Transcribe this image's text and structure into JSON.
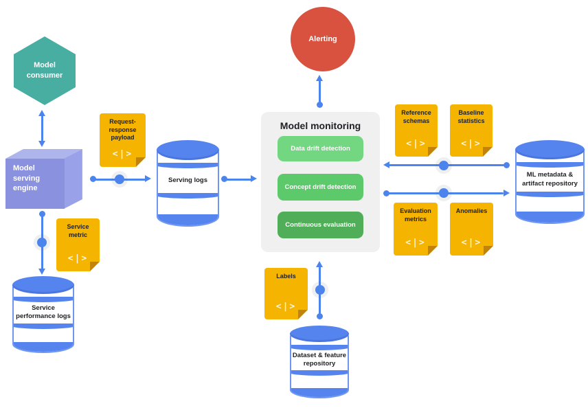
{
  "nodes": {
    "alerting": "Alerting",
    "model_consumer": "Model consumer",
    "model_serving_engine": "Model serving engine",
    "serving_logs": "Serving logs",
    "service_performance_logs": "Service performance logs",
    "ml_metadata_artifact_repository": "ML metadata & artifact repository",
    "dataset_feature_repository": "Dataset & feature repository"
  },
  "monitoring": {
    "title": "Model monitoring",
    "capabilities": [
      "Data drift detection",
      "Concept drift detection",
      "Continuous evaluation"
    ]
  },
  "artifacts": {
    "glyph": "<|>",
    "request_response_payload": "Request-response payload",
    "service_metric": "Service metric",
    "reference_schemas": "Reference schemas",
    "baseline_statistics": "Baseline statistics",
    "evaluation_metrics": "Evaluation metrics",
    "anomalies": "Anomalies",
    "labels": "Labels"
  },
  "edges": [
    {
      "from": "model_consumer",
      "to": "model_serving_engine",
      "direction": "both"
    },
    {
      "from": "model_serving_engine",
      "to": "serving_logs",
      "direction": "forward"
    },
    {
      "from": "model_serving_engine",
      "to": "service_performance_logs",
      "direction": "forward"
    },
    {
      "from": "serving_logs",
      "to": "model_monitoring",
      "direction": "forward"
    },
    {
      "from": "model_monitoring",
      "to": "alerting",
      "direction": "forward"
    },
    {
      "from": "ml_metadata_artifact_repository",
      "to": "model_monitoring",
      "direction": "forward"
    },
    {
      "from": "model_monitoring",
      "to": "ml_metadata_artifact_repository",
      "direction": "forward"
    },
    {
      "from": "dataset_feature_repository",
      "to": "model_monitoring",
      "direction": "forward"
    }
  ],
  "colors": {
    "arrow_blue": "#4C84EE",
    "database_blue": "#5584EF",
    "note_yellow": "#F4B400",
    "note_fold": "#C0830B",
    "consumer_teal": "#47AEA1",
    "alerting_red": "#D9523F",
    "cube_front": "#8A92E0",
    "cube_top": "#AEB4EC",
    "cube_side": "#99A1E8",
    "green_light": "#73D681",
    "green_mid": "#5CC96B",
    "green_dark": "#4FAE57",
    "panel_gray": "#F0F0F1",
    "text_dark": "#202124"
  }
}
